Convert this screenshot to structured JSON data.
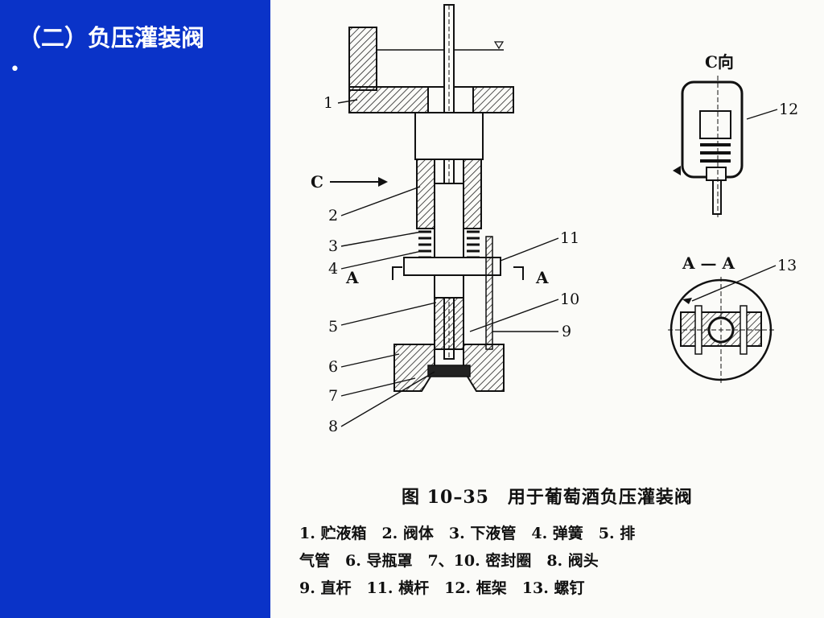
{
  "slide": {
    "title": "（二）负压灌装阀",
    "bullet": "•"
  },
  "figure": {
    "caption": "图 10–35　用于葡萄酒负压灌装阀",
    "legend_lines": [
      "1. 贮液箱　2. 阀体　3. 下液管　4. 弹簧　5. 排",
      "气管　6. 导瓶罩　7、10. 密封圈　8. 阀头",
      "9. 直杆　11. 横杆　12. 框架　13. 螺钉"
    ],
    "labels": {
      "n1": "1",
      "n2": "2",
      "n3": "3",
      "n4": "4",
      "n5": "5",
      "n6": "6",
      "n7": "7",
      "n8": "8",
      "n9": "9",
      "n10": "10",
      "n11": "11",
      "n12": "12",
      "n13": "13",
      "arrow_c": "C",
      "view_c": "C向",
      "section_aa": "A — A",
      "sec_left": "A",
      "sec_right": "A"
    }
  },
  "colors": {
    "sidebar": "#0A33C8",
    "text_white": "#ffffff",
    "ink": "#111111"
  }
}
